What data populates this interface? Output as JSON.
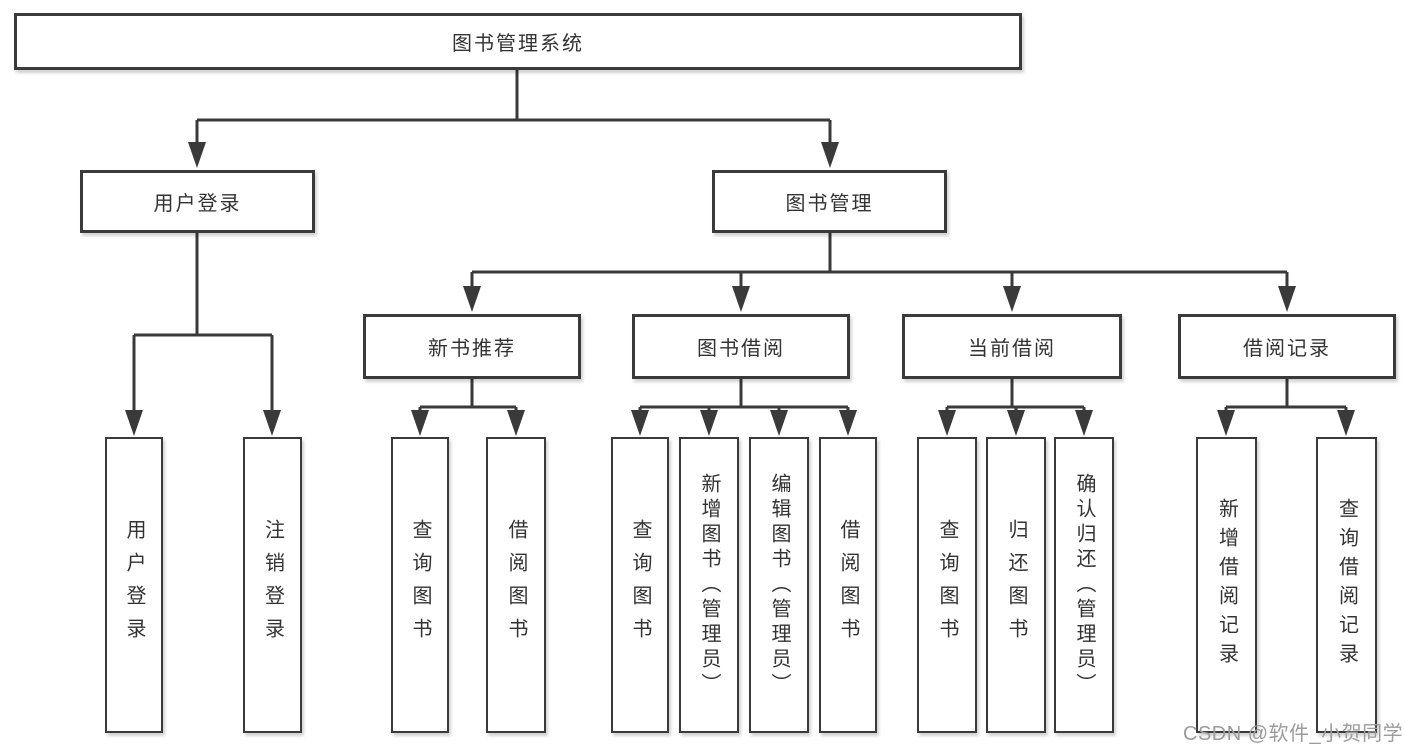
{
  "diagram": {
    "title": "图书管理系统",
    "level1": {
      "user_login": "用户登录",
      "book_management": "图书管理"
    },
    "level2": {
      "new_book_recommend": "新书推荐",
      "book_borrow": "图书借阅",
      "current_borrow": "当前借阅",
      "borrow_record": "借阅记录"
    },
    "leaves": {
      "user_login": "用户登录",
      "logout": "注销登录",
      "recommend_query_book": "查询图书",
      "recommend_borrow_book": "借阅图书",
      "borrow_query_book": "查询图书",
      "borrow_add_book": "新增图书（管理员）",
      "borrow_edit_book": "编辑图书（管理员）",
      "borrow_borrow_book": "借阅图书",
      "current_query_book": "查询图书",
      "current_return_book": "归还图书",
      "current_confirm_return": "确认归还（管理员）",
      "record_add": "新增借阅记录",
      "record_query": "查询借阅记录"
    }
  },
  "watermark": "CSDN @软件_小贺同学",
  "colors": {
    "line": "#3a3a3a",
    "text": "#333333",
    "watermark": "#9c9c9c",
    "background": "#ffffff"
  }
}
